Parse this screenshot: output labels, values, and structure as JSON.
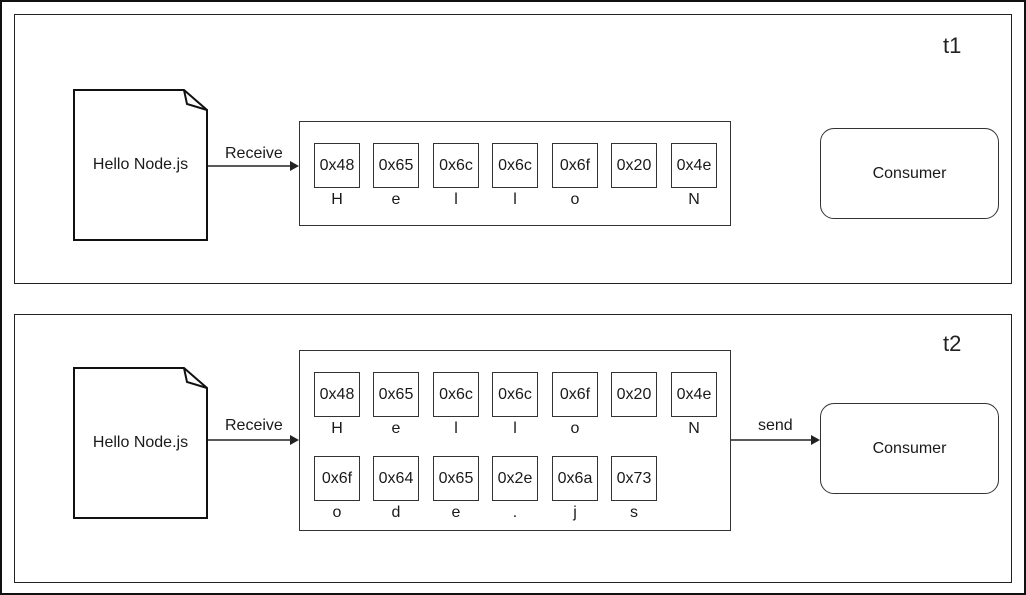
{
  "panels": [
    {
      "time_label": "t1",
      "document_text": "Hello Node.js",
      "receive_label": "Receive",
      "send_label": "",
      "consumer_label": "Consumer",
      "rows": [
        [
          {
            "hex": "0x48",
            "char": "H"
          },
          {
            "hex": "0x65",
            "char": "e"
          },
          {
            "hex": "0x6c",
            "char": "l"
          },
          {
            "hex": "0x6c",
            "char": "l"
          },
          {
            "hex": "0x6f",
            "char": "o"
          },
          {
            "hex": "0x20",
            "char": ""
          },
          {
            "hex": "0x4e",
            "char": "N"
          }
        ]
      ]
    },
    {
      "time_label": "t2",
      "document_text": "Hello Node.js",
      "receive_label": "Receive",
      "send_label": "send",
      "consumer_label": "Consumer",
      "rows": [
        [
          {
            "hex": "0x48",
            "char": "H"
          },
          {
            "hex": "0x65",
            "char": "e"
          },
          {
            "hex": "0x6c",
            "char": "l"
          },
          {
            "hex": "0x6c",
            "char": "l"
          },
          {
            "hex": "0x6f",
            "char": "o"
          },
          {
            "hex": "0x20",
            "char": ""
          },
          {
            "hex": "0x4e",
            "char": "N"
          }
        ],
        [
          {
            "hex": "0x6f",
            "char": "o"
          },
          {
            "hex": "0x64",
            "char": "d"
          },
          {
            "hex": "0x65",
            "char": "e"
          },
          {
            "hex": "0x2e",
            "char": "."
          },
          {
            "hex": "0x6a",
            "char": "j"
          },
          {
            "hex": "0x73",
            "char": "s"
          }
        ]
      ]
    }
  ]
}
